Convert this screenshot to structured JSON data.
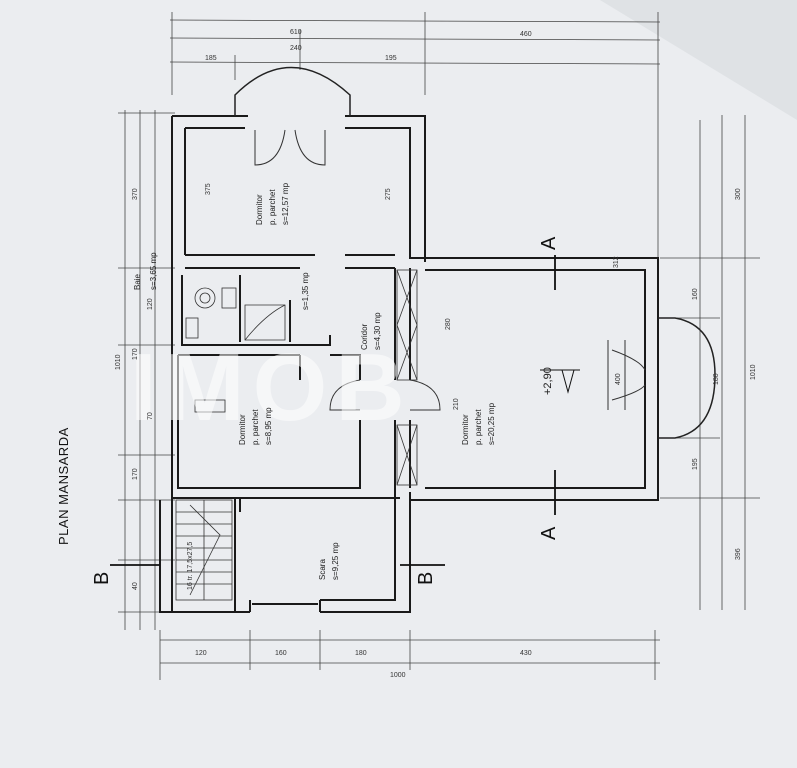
{
  "plan": {
    "title": "PLAN MANSARDA",
    "watermark": "IMOB",
    "section_a": "A",
    "section_b": "B",
    "level_mark": "+2,90",
    "rooms": {
      "dormitor_top": {
        "name": "Dormitor",
        "floor": "p. parchet",
        "area": "s=12,57 mp"
      },
      "baie": {
        "name": "Baie",
        "area": "s=3,65 mp"
      },
      "wc": {
        "area": "s=1,35 mp"
      },
      "dormitor_mid": {
        "name": "Dormitor",
        "floor": "p. parchet",
        "area": "s=8,95 mp"
      },
      "coridor": {
        "name": "Coridor",
        "area": "s=4,30 mp"
      },
      "dormitor_big": {
        "name": "Dormitor",
        "floor": "p. parchet",
        "area": "s=20,25 mp"
      },
      "scara": {
        "name": "Scara",
        "area": "s=9,25 mp"
      },
      "stair_note": "16 tr. 17,5x27,5"
    },
    "dims": {
      "top_total": "610",
      "top_a": "240",
      "top_b": "460",
      "top_c": "185",
      "top_d": "195",
      "bottom_total": "1000",
      "bottom_a": "430",
      "bottom_b": "180",
      "bottom_c": "160",
      "bottom_d": "120",
      "left_total": "1010",
      "left_a": "370",
      "left_b": "170",
      "left_c": "170",
      "left_d": "120",
      "left_e": "70",
      "left_f": "40",
      "right_total": "1010",
      "right_a": "300",
      "right_b": "160",
      "right_c": "180",
      "right_d": "396",
      "right_e": "195",
      "inner_a": "375",
      "inner_b": "275",
      "inner_c": "210",
      "inner_d": "280",
      "inner_e": "400",
      "inner_f": "312"
    }
  }
}
